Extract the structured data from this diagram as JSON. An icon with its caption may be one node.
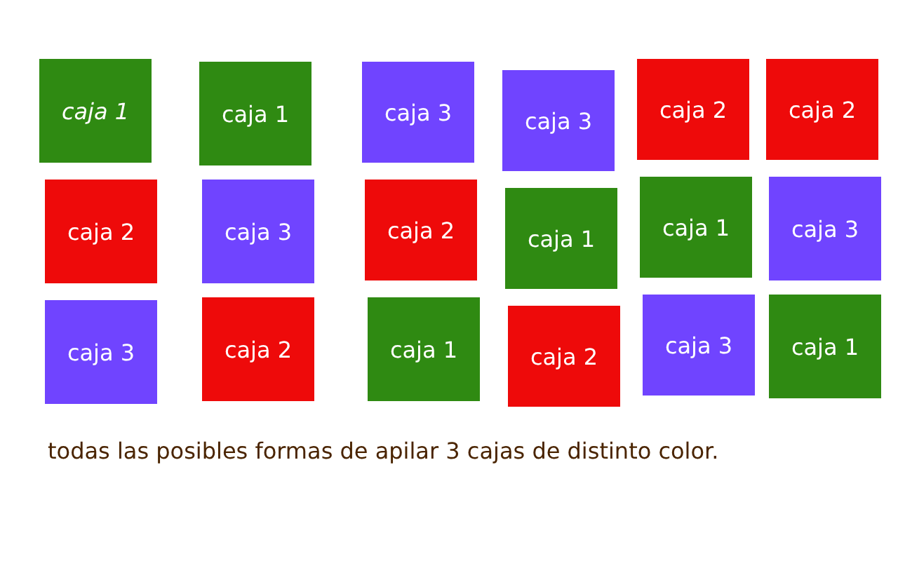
{
  "diagram": {
    "caption": "todas las posibles formas de apilar 3 cajas de distinto color.",
    "nodes": [
      {
        "text": [
          "caja 1"
        ]
      },
      {
        "text": [
          "caja 1"
        ]
      },
      {
        "text": [
          "caja 3"
        ]
      },
      {
        "text": [
          "caja 3"
        ]
      },
      {
        "text": [
          "caja 2"
        ]
      },
      {
        "text": [
          "caja 2"
        ]
      },
      {
        "text": [
          "caja 2"
        ]
      },
      {
        "text": [
          "caja 3"
        ]
      },
      {
        "text": [
          "caja 2"
        ]
      },
      {
        "text": [
          "caja 1"
        ]
      },
      {
        "text": [
          "caja 1"
        ]
      },
      {
        "text": [
          "caja 3"
        ]
      },
      {
        "text": [
          "caja 3"
        ]
      },
      {
        "text": [
          "caja 2"
        ]
      },
      {
        "text": [
          "caja 1"
        ]
      },
      {
        "text": [
          "caja 2"
        ]
      },
      {
        "text": [
          "caja 3"
        ]
      },
      {
        "text": [
          "caja 1"
        ]
      }
    ]
  }
}
